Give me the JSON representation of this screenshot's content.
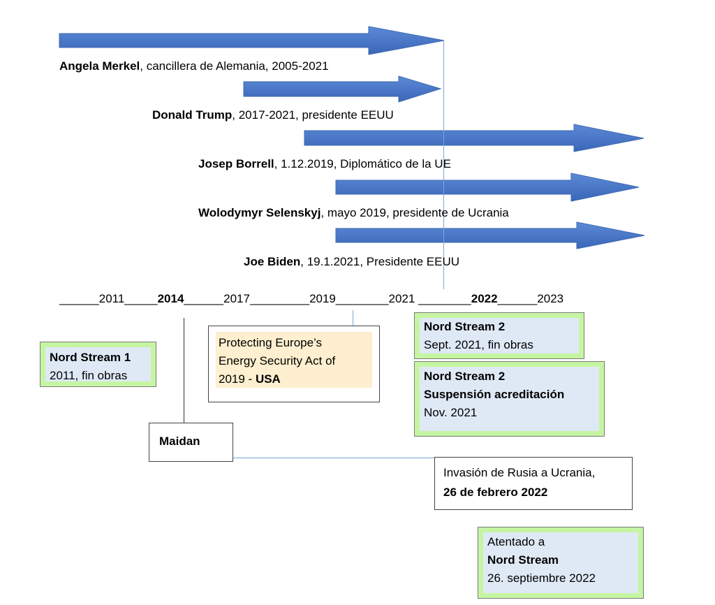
{
  "arrows": [
    {
      "name": "Angela Merkel",
      "rest": ", cancillera de Alemania, 2005-2021"
    },
    {
      "name": "Donald Trump",
      "rest": ", 2017-2021, presidente EEUU"
    },
    {
      "name": "Josep Borrell",
      "rest": ", 1.12.2019, Diplomático de la UE"
    },
    {
      "name": "Wolodymyr Selenskyj",
      "rest": ", mayo 2019, presidente de Ucrania"
    },
    {
      "name": "Joe Biden",
      "rest": ", 19.1.2021, Presidente EEUU"
    }
  ],
  "timeline": {
    "y2011": "2011",
    "y2014": "2014",
    "y2017": "2017",
    "y2019": "2019",
    "y2021": "2021",
    "y2022": "2022",
    "y2023": "2023"
  },
  "boxes": {
    "ns1": {
      "title": "Nord Stream 1",
      "line": "2011, fin obras"
    },
    "peace": {
      "line1": "Protecting Europe’s",
      "line2": "Energy Security Act of",
      "line3": "2019 - ",
      "bold": "USA"
    },
    "ns2a": {
      "title": "Nord Stream 2",
      "line": "Sept. 2021, fin obras"
    },
    "ns2b": {
      "title": "Nord Stream 2",
      "subtitle": "Suspensión acreditación",
      "line": "Nov. 2021"
    },
    "maidan": {
      "title": "Maidan"
    },
    "invasion": {
      "line": "Invasión de Rusia a Ucrania,",
      "bold": "26 de febrero 2022"
    },
    "attack": {
      "line1": "Atentado a",
      "bold": "Nord Stream",
      "line2": "26. septiembre 2022"
    }
  },
  "colors": {
    "arrow": "#4472c4",
    "green": "#c6f5a2",
    "lightblue": "#dfe9f5",
    "peach": "#fdefcf",
    "line": "#7aa7d8"
  }
}
